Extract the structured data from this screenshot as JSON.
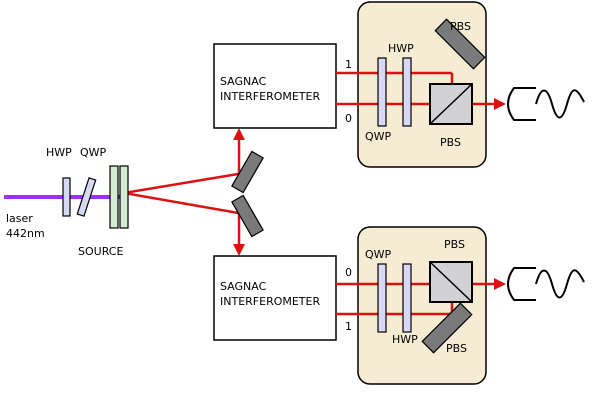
{
  "colors": {
    "beam": "#dd1111",
    "pump": "#9b30ff",
    "waveplate": "#d8d8f4",
    "crystal": "#d4ecd4",
    "analyzer_panel": "#f6ecd4",
    "mirror": "#7a7a7a",
    "pbs_cube": "#d2d2d6"
  },
  "icons": [
    "waveplate-icon",
    "crystal-icon",
    "mirror-icon",
    "pbs-cube-icon",
    "detector-fiber-icon"
  ],
  "source": {
    "laser_line1": "laser",
    "laser_line2": "442nm",
    "hwp": "HWP",
    "qwp": "QWP",
    "label": "SOURCE"
  },
  "sagnac_top": {
    "line1": "SAGNAC",
    "line2": "INTERFEROMETER",
    "port_upper": "1",
    "port_lower": "0"
  },
  "sagnac_bottom": {
    "line1": "SAGNAC",
    "line2": "INTERFEROMETER",
    "port_upper": "0",
    "port_lower": "1"
  },
  "analyzer_top": {
    "hwp": "HWP",
    "qwp": "QWP",
    "pbs_mirror": "PBS",
    "pbs_cube": "PBS"
  },
  "analyzer_bottom": {
    "hwp": "HWP",
    "qwp": "QWP",
    "pbs_mirror": "PBS",
    "pbs_cube": "PBS"
  }
}
